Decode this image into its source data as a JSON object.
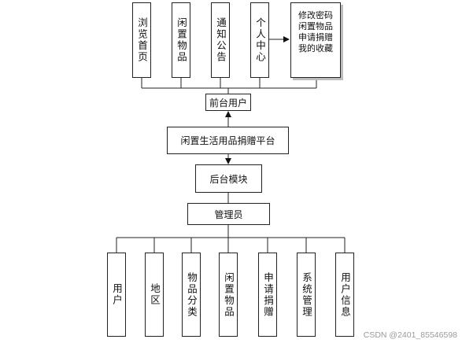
{
  "frontend_modules": [
    {
      "id": "browse-home",
      "label": "浏览首页"
    },
    {
      "id": "idle-items",
      "label": "闲置物品"
    },
    {
      "id": "announcements",
      "label": "通知公告"
    },
    {
      "id": "personal-center",
      "label": "个人中心"
    }
  ],
  "personal_center_detail": [
    "修改密码",
    "闲置物品",
    "申请捐赠",
    "我的收藏"
  ],
  "front_user": "前台用户",
  "platform": "闲置生活用品捐赠平台",
  "backend": "后台模块",
  "admin": "管理员",
  "backend_modules": [
    {
      "id": "users",
      "label": "用户"
    },
    {
      "id": "regions",
      "label": "地区"
    },
    {
      "id": "item-categories",
      "label": "物品分类"
    },
    {
      "id": "idle-items",
      "label": "闲置物品"
    },
    {
      "id": "donation-requests",
      "label": "申请捐赠"
    },
    {
      "id": "system-management",
      "label": "系统管理"
    },
    {
      "id": "user-info",
      "label": "用户信息"
    }
  ],
  "watermark": "CSDN @2401_85546598"
}
